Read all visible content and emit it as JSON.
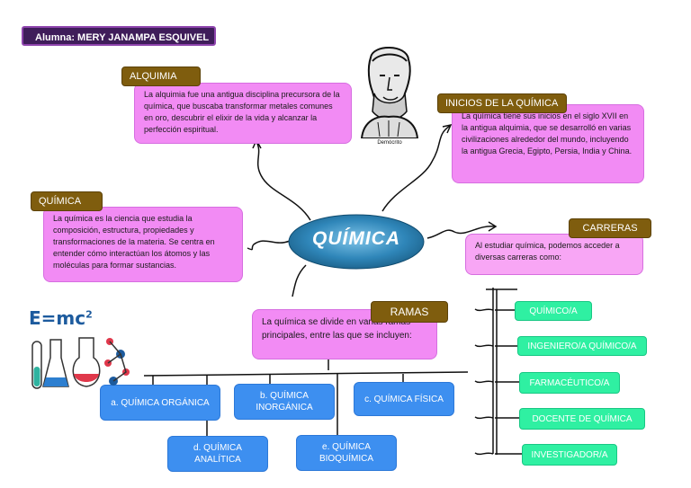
{
  "student": "Alumna: MERY JANAMPA ESQUIVEL",
  "center": "QUÍMICA",
  "alquimia": {
    "tag": "ALQUIMIA",
    "text": "La alquimia fue una antigua disciplina precursora de la química, que buscaba transformar metales comunes en oro, descubrir el elixir de la vida y alcanzar la perfección espiritual."
  },
  "inicios": {
    "tag": "INICIOS DE LA QUÍMICA",
    "text": "La química tiene sus inicios en el siglo XVII en la antigua alquimia, que se desarrolló en varias civilizaciones alrededor del mundo, incluyendo la antigua Grecia, Egipto, Persia, India y China."
  },
  "quimica": {
    "tag": "QUÍMICA",
    "text": "La química es la ciencia que estudia la composición, estructura, propiedades y transformaciones de la materia. Se centra en entender cómo interactúan los átomos y las moléculas para formar sustancias."
  },
  "carreras": {
    "tag": "CARRERAS",
    "text": "Al estudiar química, podemos acceder a diversas carreras como:",
    "items": [
      "QUÍMICO/A",
      "INGENIERO/A QUÍMICO/A",
      "FARMACÉUTICO/A",
      "DOCENTE DE QUÍMICA",
      "INVESTIGADOR/A"
    ]
  },
  "ramas": {
    "tag": "RAMAS",
    "text": "La química se divide en varias ramas principales, entre las que se incluyen:",
    "items": [
      "a. QUÍMICA ORGÁNICA",
      "b. QUÍMICA INORGÁNICA",
      "c. QUÍMICA FÍSICA",
      "d. QUÍMICA ANALÍTICA",
      "e. QUÍMICA BIOQUÍMICA"
    ]
  },
  "portrait_caption": "Demócrito",
  "formula": {
    "base": "E=mc",
    "exp": "2"
  },
  "colors": {
    "tag": "#7f5d0e",
    "pink": "#f28bf4",
    "blue": "#3d8ff0",
    "green": "#2ff0a2",
    "student_bg": "#3f1d5a"
  }
}
